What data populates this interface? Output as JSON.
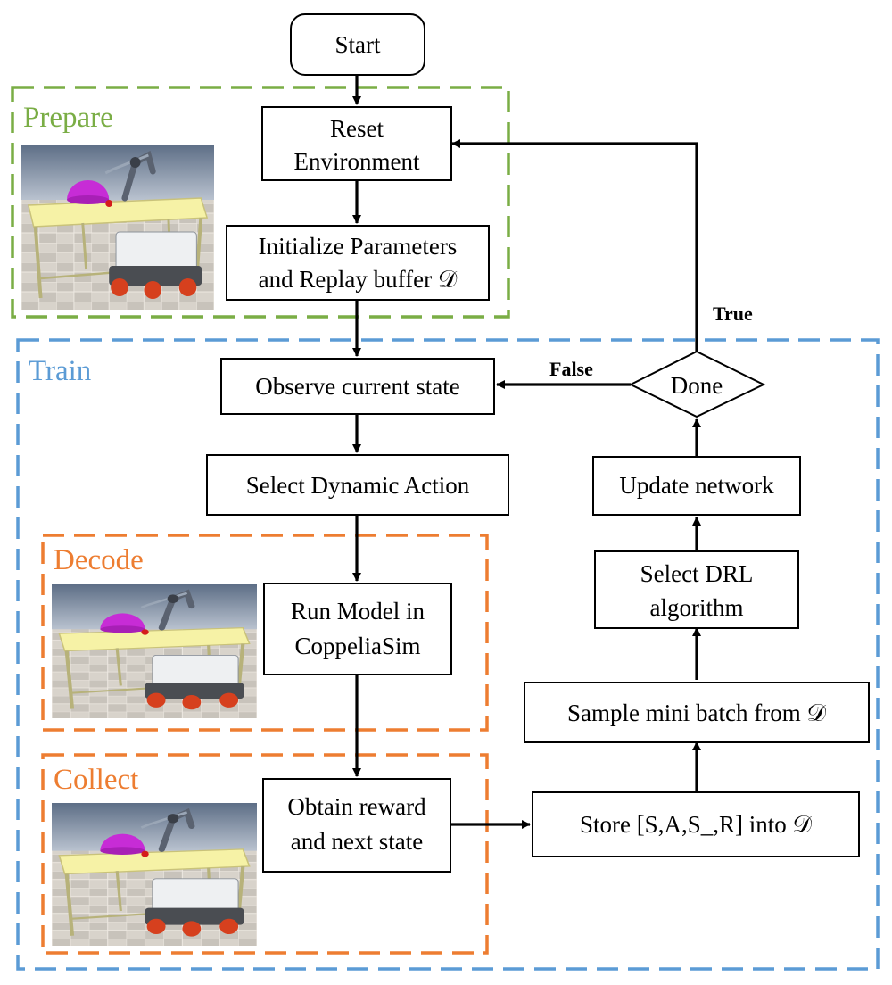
{
  "colors": {
    "prepare": "#7aad45",
    "train": "#5b9bd5",
    "decode": "#ed7d31",
    "collect": "#ed7d31"
  },
  "regions": {
    "prepare": "Prepare",
    "train": "Train",
    "decode": "Decode",
    "collect": "Collect"
  },
  "nodes": {
    "start": [
      "Start"
    ],
    "reset": [
      "Reset",
      "Environment"
    ],
    "init": [
      "Initialize Parameters",
      "and Replay buffer 𝒟"
    ],
    "observe": [
      "Observe current state"
    ],
    "select_action": [
      "Select Dynamic Action"
    ],
    "run_model": [
      "Run Model in",
      "CoppeliaSim"
    ],
    "obtain": [
      "Obtain reward",
      "and next state"
    ],
    "store": [
      "Store [S,A,S_,R] into 𝒟"
    ],
    "sample": [
      "Sample mini batch  from 𝒟"
    ],
    "select_drl": [
      "Select DRL",
      "algorithm"
    ],
    "update": [
      "Update network"
    ],
    "done": [
      "Done"
    ]
  },
  "edge_labels": {
    "true": "True",
    "false": "False"
  },
  "images": {
    "prepare": "robot-scene-image",
    "decode": "robot-scene-image",
    "collect": "robot-scene-image"
  }
}
